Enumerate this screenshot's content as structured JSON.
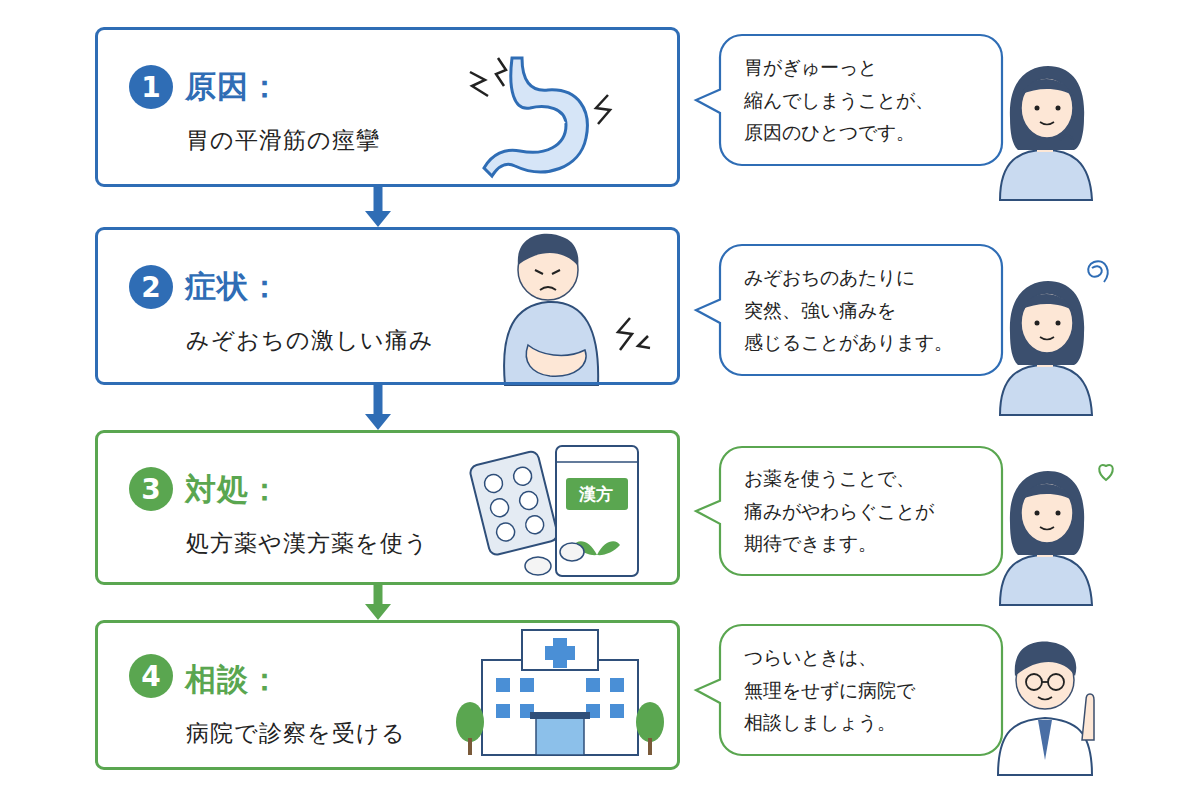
{
  "diagram": {
    "nodes": [
      {
        "text": [
          "原因：",
          "胃の平滑筋の痙攣"
        ]
      },
      {
        "text": [
          "1"
        ],
        "in": 0
      },
      {
        "text": [
          "胃がぎゅーっと 縮んでしまうことが、 原因のひとつです。"
        ]
      },
      {
        "text": [
          "症状：",
          "みぞおちの激しい痛み"
        ]
      },
      {
        "text": [
          "2"
        ],
        "in": 3
      },
      {
        "text": [
          "みぞおちのあたりに 突然、強い痛みを 感じることがあります。"
        ]
      },
      {
        "text": [
          "対処：",
          "処方薬や漢方薬を使う"
        ]
      },
      {
        "text": [
          "3"
        ],
        "in": 6
      },
      {
        "text": [
          "お薬を使うことで、 痛みがやわらぐことが 期待できます。"
        ]
      },
      {
        "text": [
          "相談：",
          "病院で診察を受ける"
        ]
      },
      {
        "text": [
          "4"
        ],
        "in": 9
      },
      {
        "text": [
          "つらいときは、 無理をせずに病院で 相談しましょう。"
        ]
      }
    ],
    "edges": [
      {
        "from": 0,
        "to": 3,
        "arrow": "to"
      },
      {
        "from": 3,
        "to": 6,
        "arrow": "to"
      },
      {
        "from": 6,
        "to": 9,
        "arrow": "to"
      }
    ],
    "labels": [
      "漢方"
    ]
  }
}
